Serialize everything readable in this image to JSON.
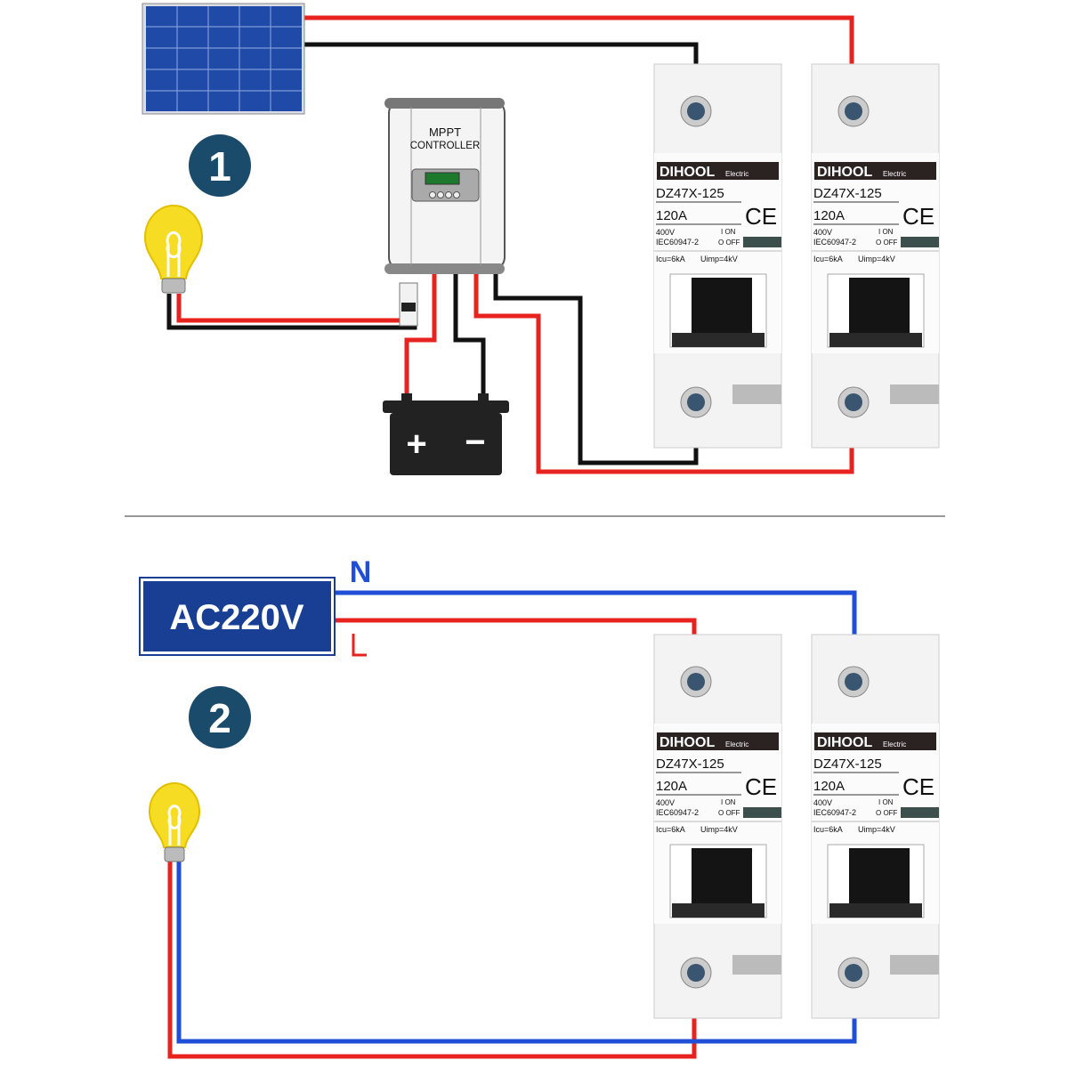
{
  "section1": {
    "number": "1",
    "controller": {
      "line1": "MPPT",
      "line2": "CONTROLLER"
    },
    "battery": {
      "plus": "+",
      "minus": "−"
    }
  },
  "section2": {
    "number": "2",
    "source": "AC220V",
    "neutral": "N",
    "live": "L"
  },
  "breaker": {
    "brand": "DIHOOL",
    "brand_suffix": "Electric",
    "model": "DZ47X-125",
    "rating": "120A",
    "ce": "CE",
    "voltage": "400V",
    "standard": "IEC60947-2",
    "on": "I ON",
    "off": "O OFF",
    "icu": "Icu=6kA",
    "uimp": "Uimp=4kV"
  },
  "colors": {
    "red": "#e8231f",
    "black": "#111111",
    "blue": "#1f4fd6",
    "badge": "#1b4b6b",
    "ac_box": "#183f93"
  }
}
